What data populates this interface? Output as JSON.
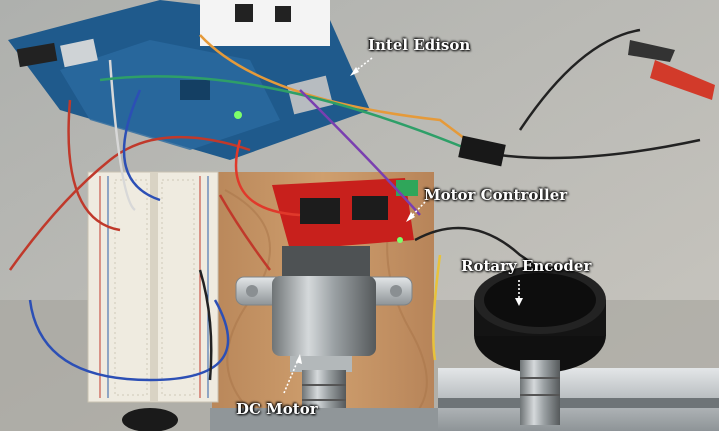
{
  "labels": {
    "edison": "Intel Edison",
    "controller": "Motor Controller",
    "encoder": "Rotary Encoder",
    "motor": "DC Motor"
  },
  "colors": {
    "board_blue": "#1f5a8c",
    "controller_red": "#c8201c",
    "wood": "#c49463",
    "breadboard": "#ece8dc",
    "encoder_black": "#141414",
    "label_text": "#ffffff"
  }
}
